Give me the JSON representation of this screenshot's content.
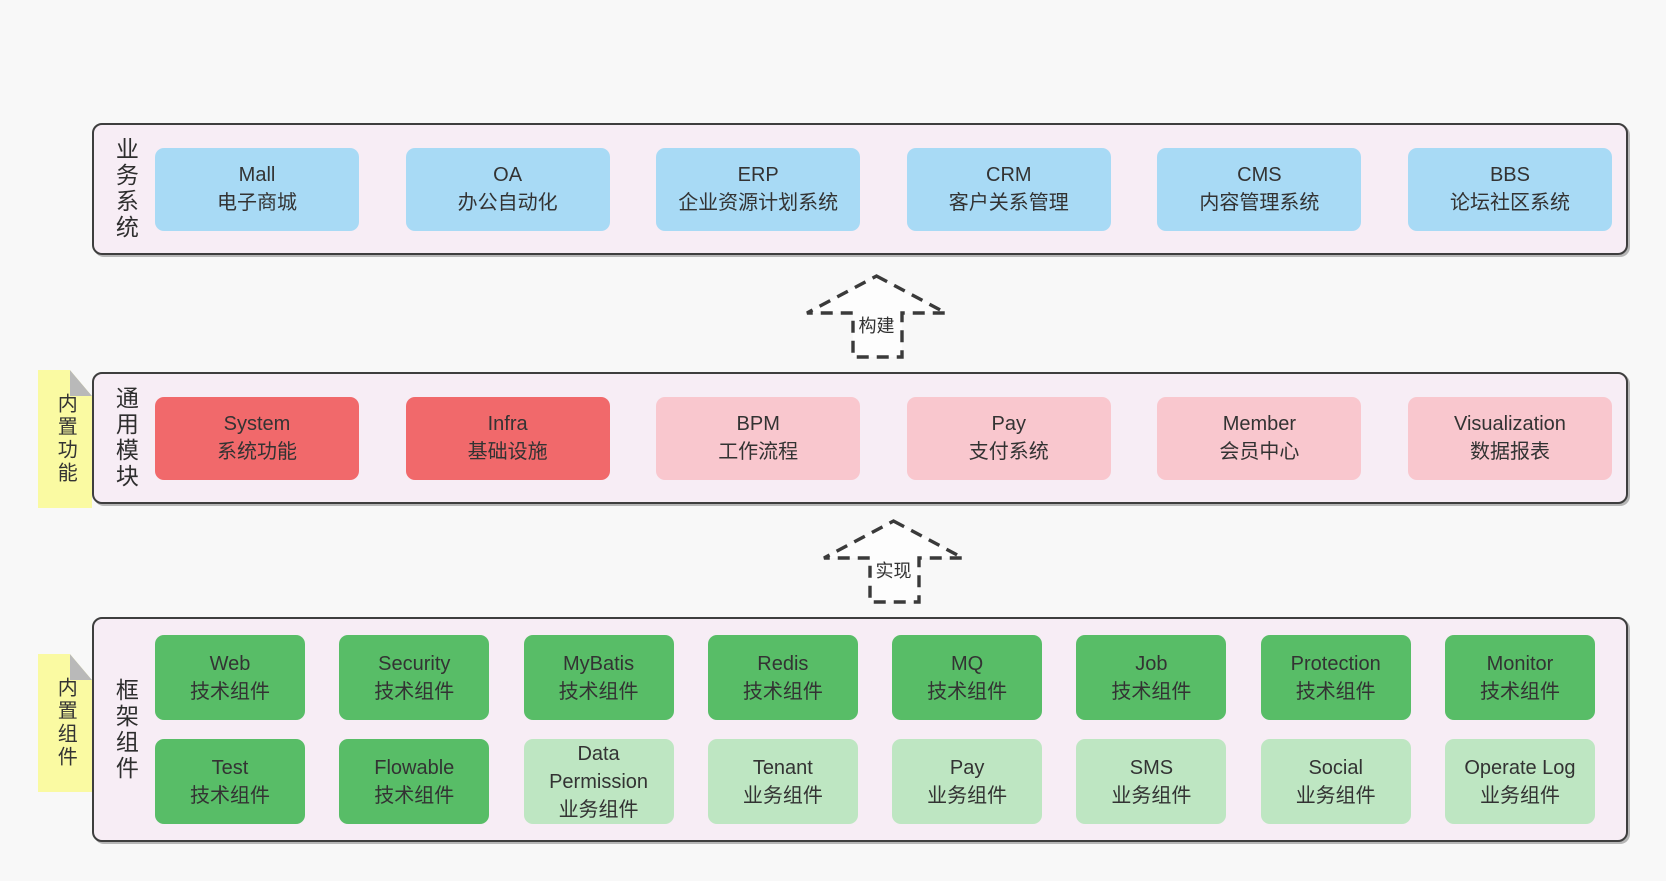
{
  "colors": {
    "page_bg": "#f8f8f8",
    "band_bg": "#f7edf5",
    "band_border": "#3e3e3e",
    "box_blue": "#a8daf5",
    "box_red": "#f1696b",
    "box_pink": "#f9c7ce",
    "box_green": "#58bd67",
    "box_light_green": "#bee6c2",
    "note_yellow": "#fafaa2",
    "text": "#333333"
  },
  "bands": [
    {
      "label": "业务系统",
      "boxes": [
        {
          "title": "Mall",
          "subtitle": "电子商城"
        },
        {
          "title": "OA",
          "subtitle": "办公自动化"
        },
        {
          "title": "ERP",
          "subtitle": "企业资源计划系统"
        },
        {
          "title": "CRM",
          "subtitle": "客户关系管理"
        },
        {
          "title": "CMS",
          "subtitle": "内容管理系统"
        },
        {
          "title": "BBS",
          "subtitle": "论坛社区系统"
        }
      ]
    },
    {
      "label": "通用模块",
      "note": "内置功能",
      "boxes": [
        {
          "title": "System",
          "subtitle": "系统功能"
        },
        {
          "title": "Infra",
          "subtitle": "基础设施"
        },
        {
          "title": "BPM",
          "subtitle": "工作流程"
        },
        {
          "title": "Pay",
          "subtitle": "支付系统"
        },
        {
          "title": "Member",
          "subtitle": "会员中心"
        },
        {
          "title": "Visualization",
          "subtitle": "数据报表"
        }
      ]
    },
    {
      "label": "框架组件",
      "note": "内置组件",
      "rows": [
        [
          {
            "title": "Web",
            "subtitle": "技术组件"
          },
          {
            "title": "Security",
            "subtitle": "技术组件"
          },
          {
            "title": "MyBatis",
            "subtitle": "技术组件"
          },
          {
            "title": "Redis",
            "subtitle": "技术组件"
          },
          {
            "title": "MQ",
            "subtitle": "技术组件"
          },
          {
            "title": "Job",
            "subtitle": "技术组件"
          },
          {
            "title": "Protection",
            "subtitle": "技术组件"
          },
          {
            "title": "Monitor",
            "subtitle": "技术组件"
          }
        ],
        [
          {
            "title": "Test",
            "subtitle": "技术组件"
          },
          {
            "title": "Flowable",
            "subtitle": "技术组件"
          },
          {
            "title": "Data Permission",
            "subtitle": "业务组件"
          },
          {
            "title": "Tenant",
            "subtitle": "业务组件"
          },
          {
            "title": "Pay",
            "subtitle": "业务组件"
          },
          {
            "title": "SMS",
            "subtitle": "业务组件"
          },
          {
            "title": "Social",
            "subtitle": "业务组件"
          },
          {
            "title": "Operate Log",
            "subtitle": "业务组件"
          }
        ]
      ]
    }
  ],
  "arrows": [
    {
      "label": "构建"
    },
    {
      "label": "实现"
    }
  ]
}
